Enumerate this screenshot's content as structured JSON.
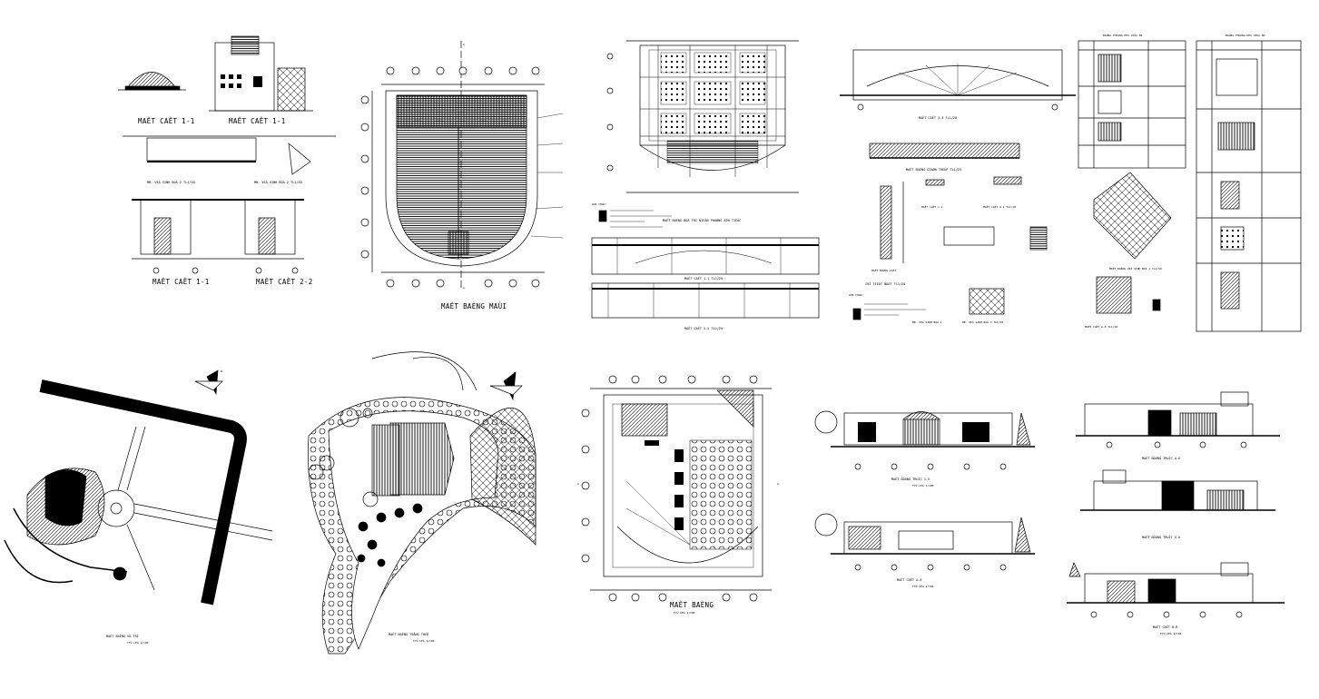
{
  "sheet": {
    "background": "#ffffff",
    "line_color": "#000000"
  },
  "titles": {
    "p1_section_11": "MAËT CAËT 1-1",
    "p1_section_11b": "MAËT CAËT 1-1",
    "p1_detail_a": "MB. VEÄ SINH BOÄ 2 TL1/50",
    "p1_detail_b": "MB. VEÄ SINH BOÄ 2 TL1/50",
    "p1_cut_11": "MAËT CAËT 1-1",
    "p1_cut_22": "MAËT CAËT 2-2",
    "roof_plan": "MAËT BAÈNG MAÙI",
    "furniture_plan": "MAËT BAÈNG BOÁ TRÍ ÑIEÄN PHOØNG AÊN TIEÄC",
    "section_11_scale": "MAËT CAËT 1-1 TL1/25",
    "section_22_scale": "MAËT CAËT 2-2 TL1/25",
    "section_33": "MAËT CAËT 3-3 TL1/20",
    "steel_beam": "MAËT BAÈNG GIAØN THEÙP TL1/25",
    "detail_cut_11": "MAËT CAËT 1-1",
    "detail_cut_22": "MAËT CAËT 2-2 TL1/10",
    "column": "MAËT ÑÖÙNG COÄT",
    "joint": "CHI TIEÁT ÑOÁT TL1/20",
    "wc_plan_2": "MB. VEÄ SINH BOÄ 2",
    "wc_plan_3": "MB. VEÄ SINH BOÄ 3 TL1/50",
    "wc_plan_1": "MAËT BAÈNG VEÄ SINH BOÄ 1 TL1/50",
    "cut_aa_small": "MAËT CAËT A-A TL1/10",
    "notes": "GHI CHUÙ:",
    "site_plan": "MAËT BAÈNG VÒ TRÍ",
    "landscape": "MAËT BAÈNG TOÅNG THEÅ",
    "floor_plan": "MAËT BAÈNG",
    "elev_1_5": "MAËT ÑÖÙNG TRUÏC 1-5",
    "cut_aa": "MAËT CAËT A-A",
    "elev_a_g": "MAËT ÑÖÙNG TRUÏC A-G",
    "elev_g_a": "MAËT ÑÖÙNG TRUÏC G-A",
    "cut_bb": "MAËT CAËT B-B",
    "table_a_header": "BAÛNG THOÁNG KEÂ CÖÛA ÑI",
    "table_b_header": "BAÛNG THOÁNG KEÂ CÖÛA ÑI"
  },
  "scale_note": "TYÛ LEÄ 1/100",
  "north_label": "B",
  "section_markers": [
    "A",
    "A",
    "A",
    "A"
  ]
}
